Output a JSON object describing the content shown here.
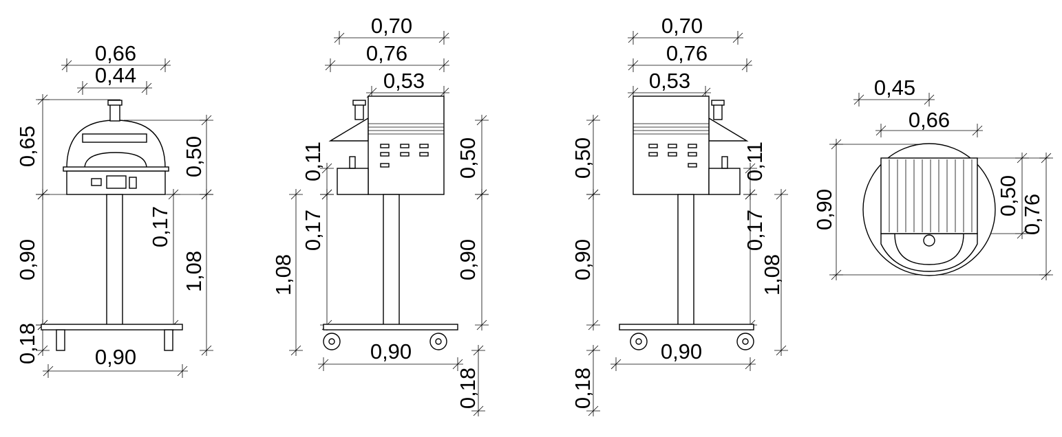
{
  "front_view": {
    "width_top": "0,66",
    "width_mouth": "0,44",
    "height_total_oven": "0,65",
    "height_dome": "0,50",
    "height_base_box": "0,17",
    "height_overall": "1,08",
    "height_stand": "0,90",
    "height_wheels": "0,18",
    "width_base": "0,90"
  },
  "side_view_left": {
    "depth_hood": "0,70",
    "depth_total": "0,76",
    "depth_body": "0,53",
    "height_tray": "0,11",
    "height_body": "0,50",
    "height_base_box": "0,17",
    "height_overall": "1,08",
    "height_stand": "0,90",
    "width_base": "0,90",
    "height_wheels": "0,18"
  },
  "side_view_right": {
    "depth_hood": "0,70",
    "depth_total": "0,76",
    "depth_body": "0,53",
    "height_body": "0,50",
    "height_tray": "0,11",
    "height_stand": "0,90",
    "height_base_box": "0,17",
    "height_overall": "1,08",
    "width_base": "0,90",
    "height_wheels": "0,18"
  },
  "top_view": {
    "offset": "0,45",
    "width": "0,66",
    "diameter": "0,90",
    "depth_body": "0,50",
    "depth_total": "0,76"
  }
}
